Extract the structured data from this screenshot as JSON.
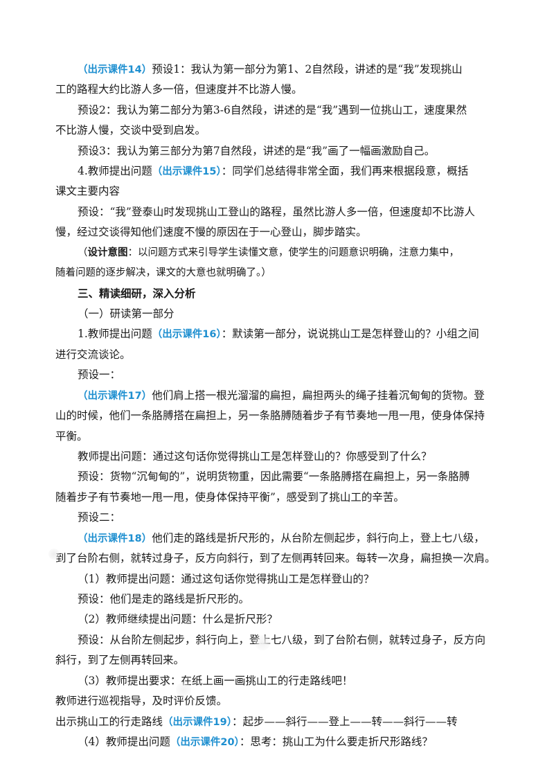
{
  "refs": {
    "r14": "（出示课件14）",
    "r15": "（出示课件15）",
    "r16": "（出示课件16）",
    "r17": "（出示课件17）",
    "r18": "（出示课件18）",
    "r19": "（出示课件19）",
    "r20": "（出示课件20）"
  },
  "lines": {
    "l1": "预设1：我认为第一部分为第1、2自然段，讲述的是“我”发现挑山",
    "l2": "工的路程大约比游人多一倍，但速度并不比游人慢。",
    "l3": "预设2：我认为第二部分为第3-6自然段，讲述的是“我”遇到一位挑山工，速度果然",
    "l4": "不比游人慢，交谈中受到启发。",
    "l5": "预设3：我认为第三部分为第7自然段，讲述的是“我”画了一幅画激励自己。",
    "l6a": "4.教师提出问题",
    "l6b": "：同学们总结得非常全面，我们再来根据段意，概括",
    "l7": "课文主要内容",
    "l8": "预设：“我”登泰山时发现挑山工登山的路程，虽然比游人多一倍，但速度却不比游人",
    "l9": "慢，经过交谈得知他们速度不慢的原因在于一心登山，脚步踏实。",
    "l10a": "（",
    "l10b": "设计意图",
    "l10c": "：以问题方式来引导学生读懂文意，使学生的问题意识明确，注意力集中，",
    "l11": "随着问题的逐步解决，课文的大意也就明确了。）",
    "l12": "三、精读细研，深入分析",
    "l13": "（一）研读第一部分",
    "l14a": "1.教师提出问题",
    "l14b": "：默读第一部分，说说挑山工是怎样登山的？小组之间",
    "l15": "进行交流谈论。",
    "l16": "预设一：",
    "l17": "他们肩上搭一根光溜溜的扁担，扁担两头的绳子挂着沉甸甸的货物。登",
    "l18": "山的时候，他们一条胳膊搭在扁担上，另一条胳膊随着步子有节奏地一甩一甩，使身体保持",
    "l19": "平衡。",
    "l20": "教师提出问题：通过这句话你觉得挑山工是怎样登山的？你感受到了什么？",
    "l21": "预设：货物“沉甸甸的”，说明货物重，因此需要“一条胳膊搭在扁担上，另一条胳膊",
    "l22": "随着步子有节奏地一甩一甩，使身体保持平衡”，感受到了挑山工的辛苦。",
    "l23": "预设二：",
    "l24": "他们走的路线是折尺形的，从台阶左侧起步，斜行向上，登上七八级，",
    "l25": "到了台阶右侧，就转过身子，反方向斜行，到了左侧再转回来。每转一次身，扁担换一次肩。",
    "l26": "（1）教师提出问题：通过这句话你觉得挑山工是怎样登山的？",
    "l27": "预设：他们是走的路线是折尺形的。",
    "l28": "（2）教师继续提出问题：什么是折尺形？",
    "l29": "预设：从台阶左侧起步，斜行向上，登上七八级，到了台阶右侧，就转过身子，反方向",
    "l30": "斜行，到了左侧再转回来。",
    "l31": "（3）教师提出要求：在纸上画一画挑山工的行走路线吧！",
    "l32": "教师进行巡视指导，及时评价反馈。",
    "l33a": "出示挑山工的行走路线",
    "l33b": "：起步——斜行——登上——转——斜行——转",
    "l34a": "（4）教师提出问题",
    "l34b": "：思考：挑山工为什么要走折尺形路线？"
  }
}
